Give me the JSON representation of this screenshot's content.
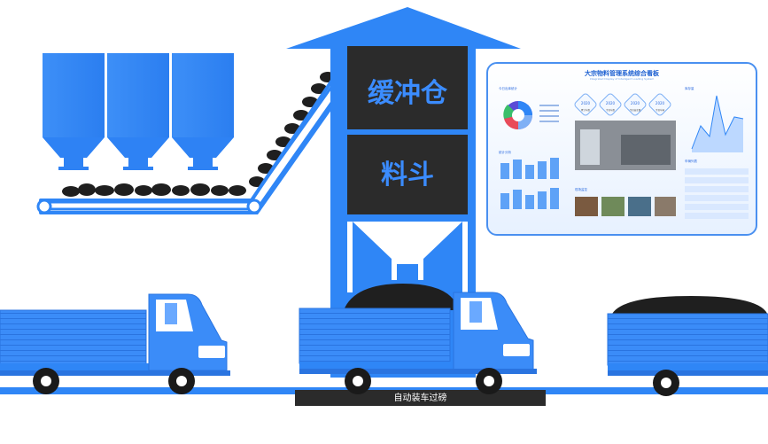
{
  "labels": {
    "buffer_bin": "缓冲仓",
    "hopper": "料斗",
    "auto_loading_scale": "自动装车过磅"
  },
  "dashboard": {
    "title": "大宗物料管理系统综合看板",
    "subtitle": "Integrated Display of Intelligent Loading System",
    "sections": [
      "今日出库统计",
      "统计分析",
      "库存量",
      "车辆列表",
      "现场监控"
    ],
    "stats": [
      {
        "value": "2020",
        "label": "累计车数"
      },
      {
        "value": "2020",
        "label": "今日车数"
      },
      {
        "value": "2020",
        "label": "今日出库量"
      },
      {
        "value": "2020",
        "label": "今日车辆"
      }
    ]
  },
  "colors": {
    "primary_blue": "#2f86f6",
    "dark_bin": "#2b2b2b",
    "coal": "#1f1f1f",
    "scale_pad": "#2b2b2b"
  },
  "icons": [
    "silo-icon",
    "conveyor-icon",
    "truck-icon",
    "coal-pile-icon"
  ]
}
